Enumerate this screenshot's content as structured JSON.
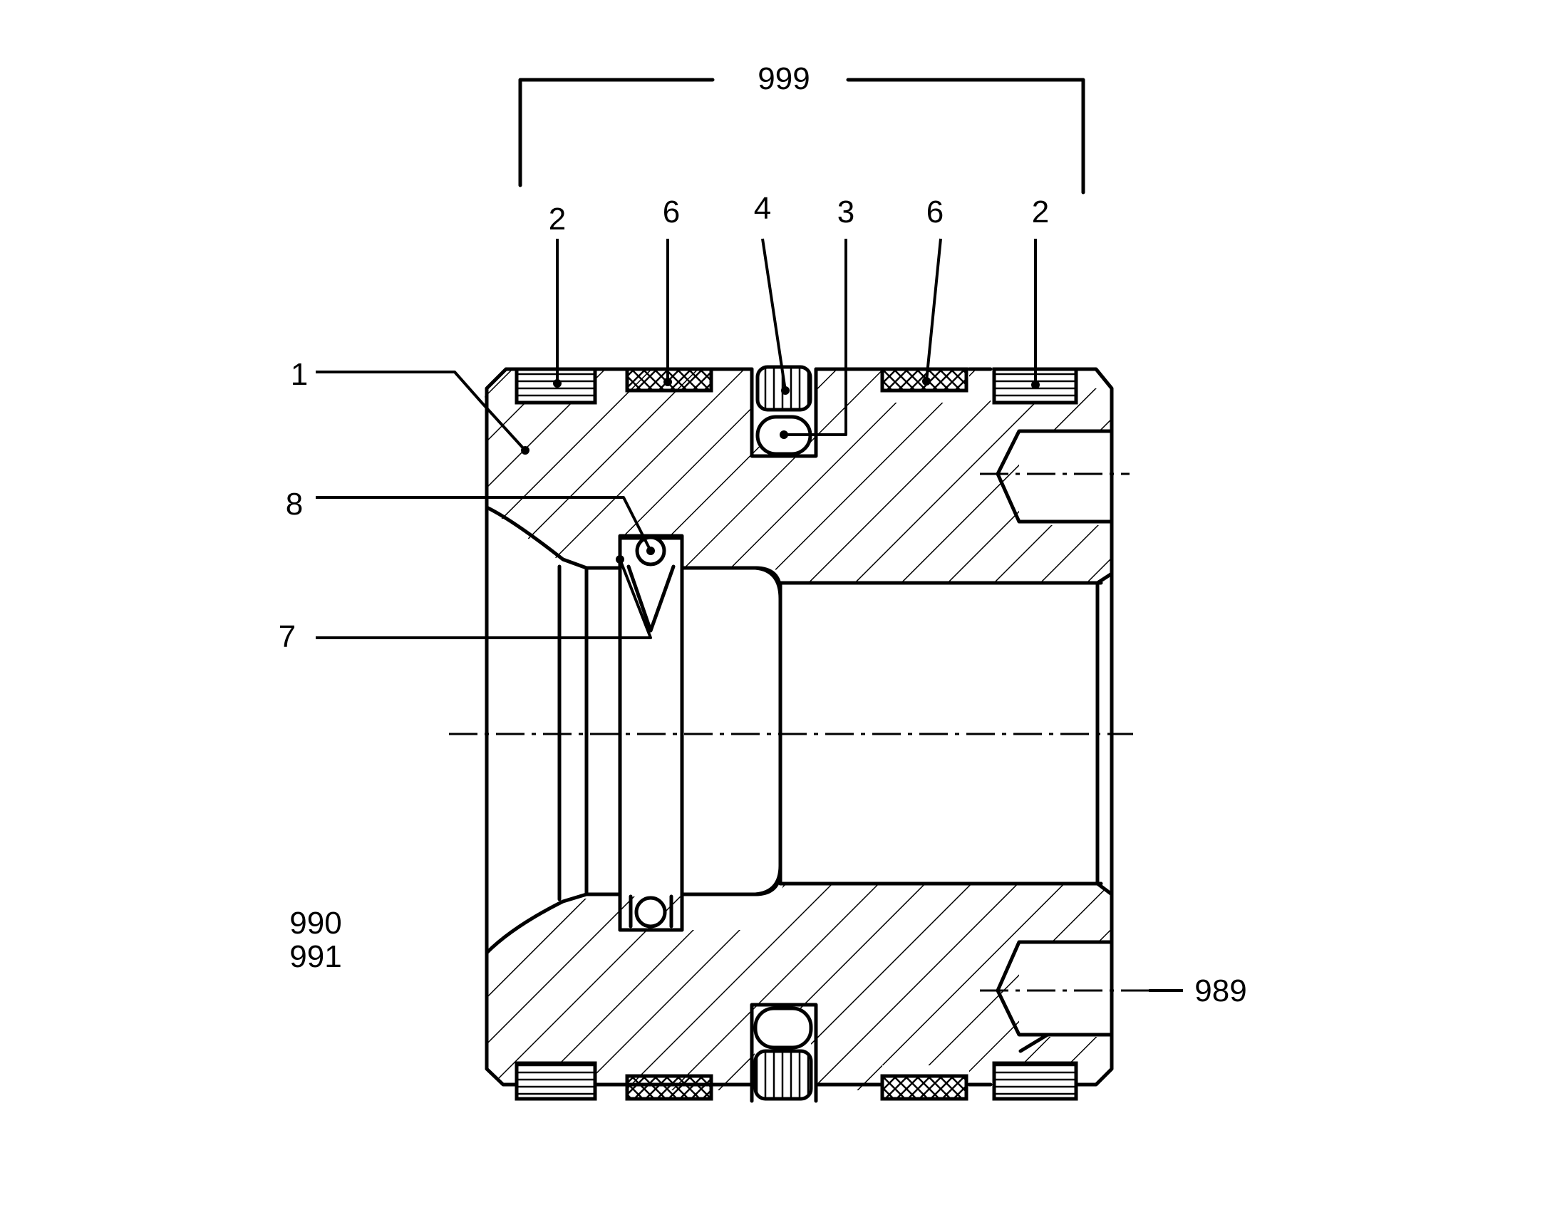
{
  "labels": {
    "assembly": "999",
    "part_1": "1",
    "part_2_left": "2",
    "part_6_left": "6",
    "part_4": "4",
    "part_3": "3",
    "part_6_right": "6",
    "part_2_right": "2",
    "part_8": "8",
    "part_7": "7",
    "part_990": "990",
    "part_991": "991",
    "part_989": "989"
  }
}
